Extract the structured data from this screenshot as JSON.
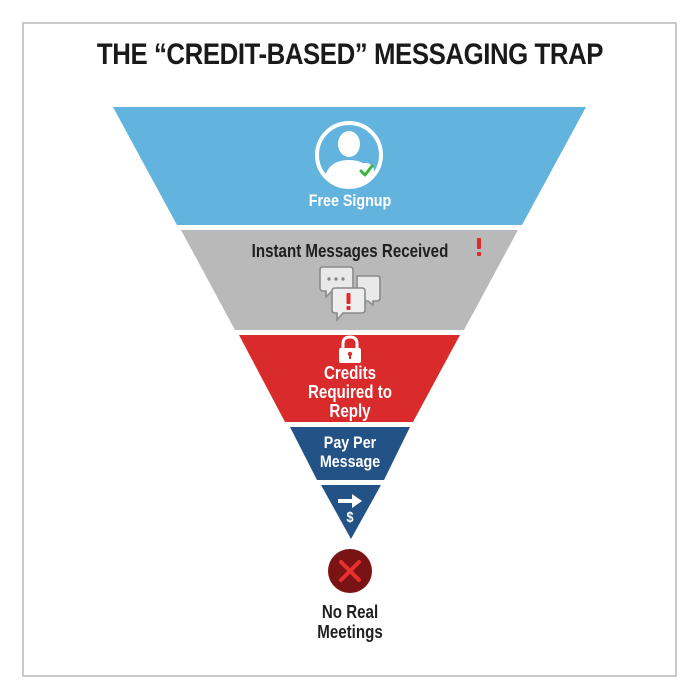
{
  "title": "THE “CREDIT-BASED” MESSAGING TRAP",
  "colors": {
    "stage1": "#63b3df",
    "stage2": "#b9b9b9",
    "stage3": "#d92b2c",
    "stage4": "#235386",
    "stage5": "#235386",
    "alert": "#e02a2a",
    "outcome": "#7a1414",
    "check": "#3cb53c"
  },
  "stages": [
    {
      "label": "Free Signup",
      "icon": "user-check-icon"
    },
    {
      "label": "Instant Messages Received",
      "icon": "chat-alert-icon",
      "badge": "!"
    },
    {
      "label_lines": [
        "Credits",
        "Required to",
        "Reply"
      ],
      "icon": "lock-icon"
    },
    {
      "label_lines": [
        "Pay Per",
        "Message"
      ]
    },
    {
      "icon": "arrow-dollar-icon",
      "symbol": "$"
    }
  ],
  "outcome": {
    "icon": "x-circle-icon",
    "label_lines": [
      "No Real",
      "Meetings"
    ]
  }
}
